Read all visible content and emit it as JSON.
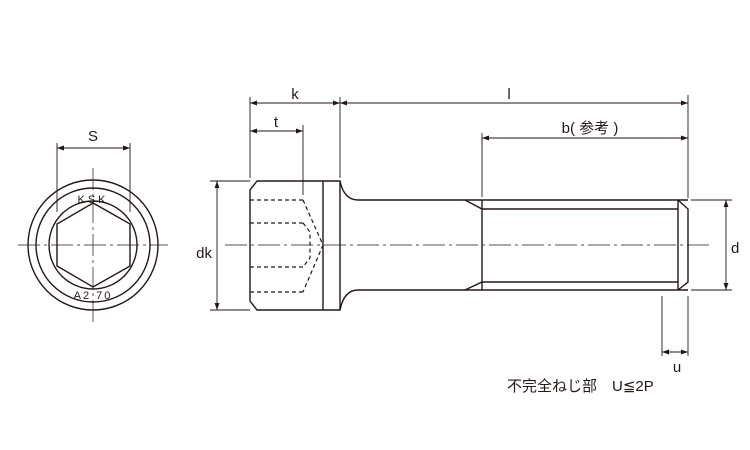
{
  "drawing": {
    "title": "Hex socket head cap screw dimension drawing",
    "end_view": {
      "across_flats_label": "S",
      "head_marking_top": "KSK",
      "head_marking_bottom": "A2 70"
    },
    "side_view": {
      "head_height_label": "k",
      "length_label": "l",
      "socket_depth_label": "t",
      "thread_length_label": "b( 参考 )",
      "head_diameter_label": "dk",
      "thread_diameter_label": "d",
      "incomplete_thread_label": "u"
    },
    "note": "不完全ねじ部　U≦2P",
    "line_color": "#231815"
  }
}
